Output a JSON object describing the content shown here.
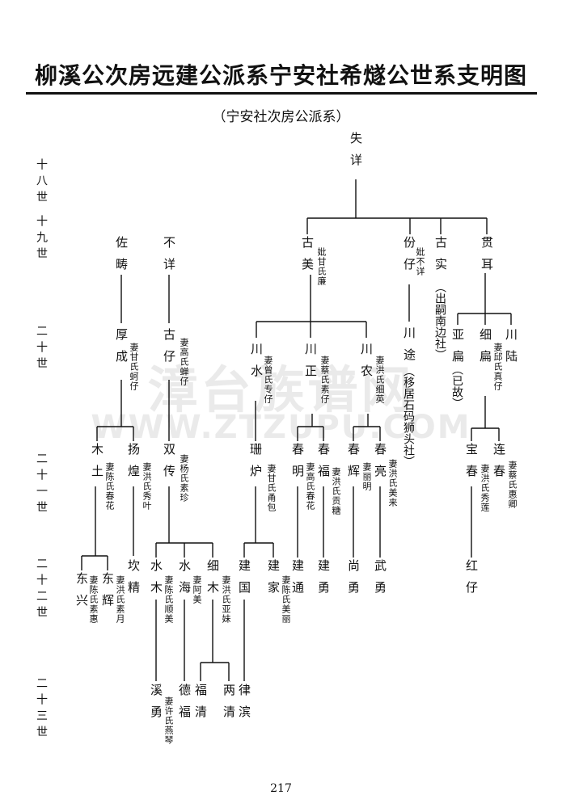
{
  "title": "柳溪公次房远建公派系宁安社希燧公世系支明图",
  "subtitle": "（宁安社次房公派系）",
  "watermark": {
    "line1": "漳台族谱网",
    "line2": "WWW.ZTZUPU.COM"
  },
  "page_number": "217",
  "generations": {
    "g18": "十八世",
    "g19": "十九世",
    "g20": "二十世",
    "g21": "二十一世",
    "g22": "二十二世",
    "g23": "二十三世"
  },
  "persons": {
    "shixiang": "失详",
    "gumei": "古美",
    "gumei_spouse": "妣甘氏廉",
    "fenzai": "份仔",
    "fenzai_spouse": "妣不详",
    "gushi": "古实",
    "gushi_note": "（出嗣南边社）",
    "guier": "贯耳",
    "zuochou": "佐畴",
    "buxiang": "不详",
    "houcheng": "厚成",
    "houcheng_spouse": "妻甘氏蚵仔",
    "guzai": "古仔",
    "guzai_spouse": "妻高氏蝉仔",
    "chuanshui": "川水",
    "chuanshui_spouse": "妻曾氏专仔",
    "chuanzheng": "川正",
    "chuanzheng_spouse": "妻蔡氏素仔",
    "chuannong": "川农",
    "chuannong_spouse": "妻洪氏细英",
    "chuantu": "川途",
    "chuantu_note": "（移居石码狮头社）",
    "yabian": "亚扁",
    "yabian_note": "（已故）",
    "xibian": "细扁",
    "xibian_spouse": "妻邱氏真仔",
    "chuanlu": "川陆",
    "mutu": "木土",
    "mutu_spouse": "妻陈氏春花",
    "yanghuang": "扬煌",
    "yanghuang_spouse": "妻洪氏秀叶",
    "shuangchuan": "双传",
    "shuangchuan_spouse": "妻杨氏素珍",
    "shanlu": "珊炉",
    "shanlu_spouse": "妻甘氏甬包",
    "chunming": "春明",
    "chunming_spouse": "妻高氏春花",
    "chunfu": "春福",
    "chunfu_spouse": "妻洪氏贡糖",
    "chunhui": "春辉",
    "chunhui_spouse": "妻丽明",
    "chunliang": "春亮",
    "chunliang_spouse": "妻洪氏美来",
    "baochun": "宝春",
    "baochun_spouse": "妻洪氏秀莲",
    "lianchun": "连春",
    "lianchun_spouse": "妻蔡氏惠卿",
    "dongxing": "东兴",
    "dongxing_spouse": "妻陈氏素惠",
    "donghui": "东辉",
    "donghui_spouse": "妻洪氏素月",
    "kanjing": "坎精",
    "shuimu": "水木",
    "shuimu_spouse": "妻陈氏顺美",
    "shuihai": "水海",
    "shuihai_spouse": "妻阿美",
    "ximu": "细木",
    "ximu_spouse": "妻洪氏亚妹",
    "jianguo": "建国",
    "jianjia": "建家",
    "jianjia_spouse": "妻陈氏美丽",
    "jiantong": "建通",
    "jianyong": "建勇",
    "shangyong": "尚勇",
    "wuyong": "武勇",
    "hongzai": "红仔",
    "xiyong": "溪勇",
    "xiyong_spouse": "妻许氏燕琴",
    "defu": "德福",
    "fuqing": "福清",
    "liangqing": "两清",
    "lübin": "律滨"
  }
}
